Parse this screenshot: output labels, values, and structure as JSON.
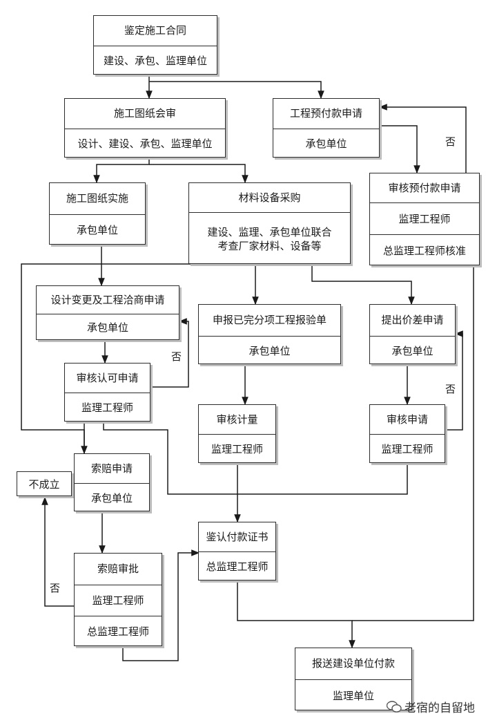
{
  "boxes": {
    "contract": {
      "title": "鉴定施工合同",
      "sub": "建设、承包、监理单位"
    },
    "drawing_review": {
      "title": "施工图纸会审",
      "sub": "设计、建设、承包、监理单位"
    },
    "advance_apply": {
      "title": "工程预付款申请",
      "sub": "承包单位"
    },
    "drawing_impl": {
      "title": "施工图纸实施",
      "sub": "承包单位"
    },
    "procurement": {
      "title": "材料设备采购",
      "sub": "建设、监理、承包单位联合\n考查厂家材料、设备等"
    },
    "advance_review": {
      "title": "审核预付款申请",
      "sub": "监理工程师",
      "sub2": "总监理工程师核准"
    },
    "change_apply": {
      "title": "设计变更及工程洽商申请",
      "sub": "承包单位"
    },
    "report_done": {
      "title": "申报已完分项工程报验单",
      "sub": "承包单位"
    },
    "price_apply": {
      "title": "提出价差申请",
      "sub": "承包单位"
    },
    "approve_apply": {
      "title": "审核认可申请",
      "sub": "监理工程师"
    },
    "measure_review": {
      "title": "审核计量",
      "sub": "监理工程师"
    },
    "apply_review": {
      "title": "审核申请",
      "sub": "监理工程师"
    },
    "claim_apply": {
      "title": "索赔申请",
      "sub": "承包单位"
    },
    "not_valid": {
      "title": "不成立"
    },
    "pay_cert": {
      "title": "鉴认付款证书",
      "sub": "总监理工程师"
    },
    "claim_approve": {
      "title": "索赔审批",
      "sub": "监理工程师",
      "sub2": "总监理工程师"
    },
    "submit_pay": {
      "title": "报送建设单位付款",
      "sub": "监理单位"
    }
  },
  "labels": {
    "no": "否"
  },
  "watermark": "老宿的自留地"
}
